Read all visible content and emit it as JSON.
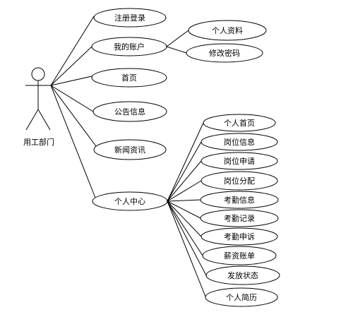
{
  "actor": {
    "label": "用工部门"
  },
  "use_cases": {
    "register_login": "注册登录",
    "my_account": "我的账户",
    "personal_info": "个人资料",
    "change_password": "修改密码",
    "home": "首页",
    "announcements": "公告信息",
    "news": "新闻资讯",
    "personal_center": "个人中心",
    "personal_home": "个人首页",
    "job_info": "岗位信息",
    "job_application": "岗位申请",
    "job_assignment": "岗位分配",
    "attendance_info": "考勤信息",
    "attendance_record": "考勤记录",
    "attendance_appeal": "考勤申诉",
    "salary_bill": "薪资账单",
    "payment_status": "发放状态",
    "personal_resume": "个人简历"
  }
}
